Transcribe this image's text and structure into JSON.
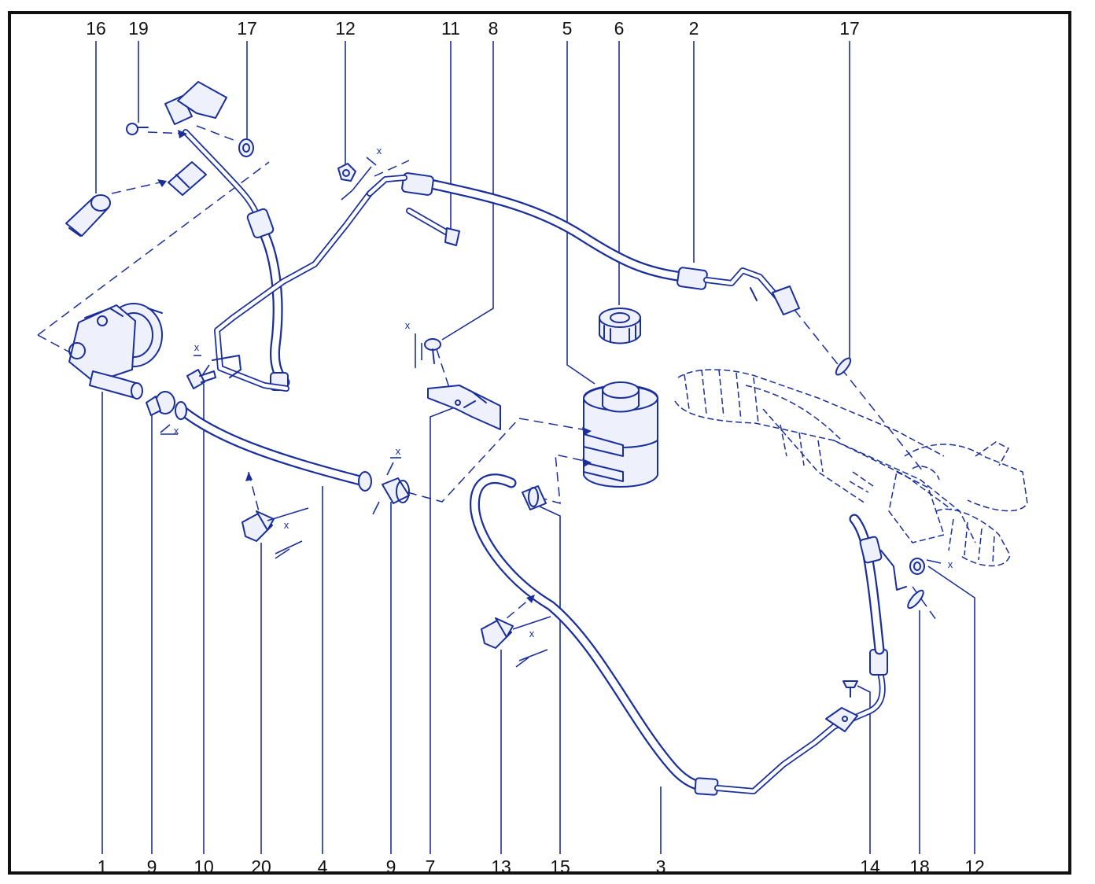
{
  "colors": {
    "line": "#1a2f9a",
    "frame": "#111111",
    "background": "#ffffff"
  },
  "callouts_top": [
    "16",
    "19",
    "17",
    "12",
    "11",
    "8",
    "5",
    "6",
    "2",
    "17"
  ],
  "callouts_bottom": [
    "1",
    "9",
    "10",
    "20",
    "4",
    "9",
    "7",
    "13",
    "15",
    "3",
    "14",
    "18",
    "12"
  ],
  "dimension_mark": "x"
}
